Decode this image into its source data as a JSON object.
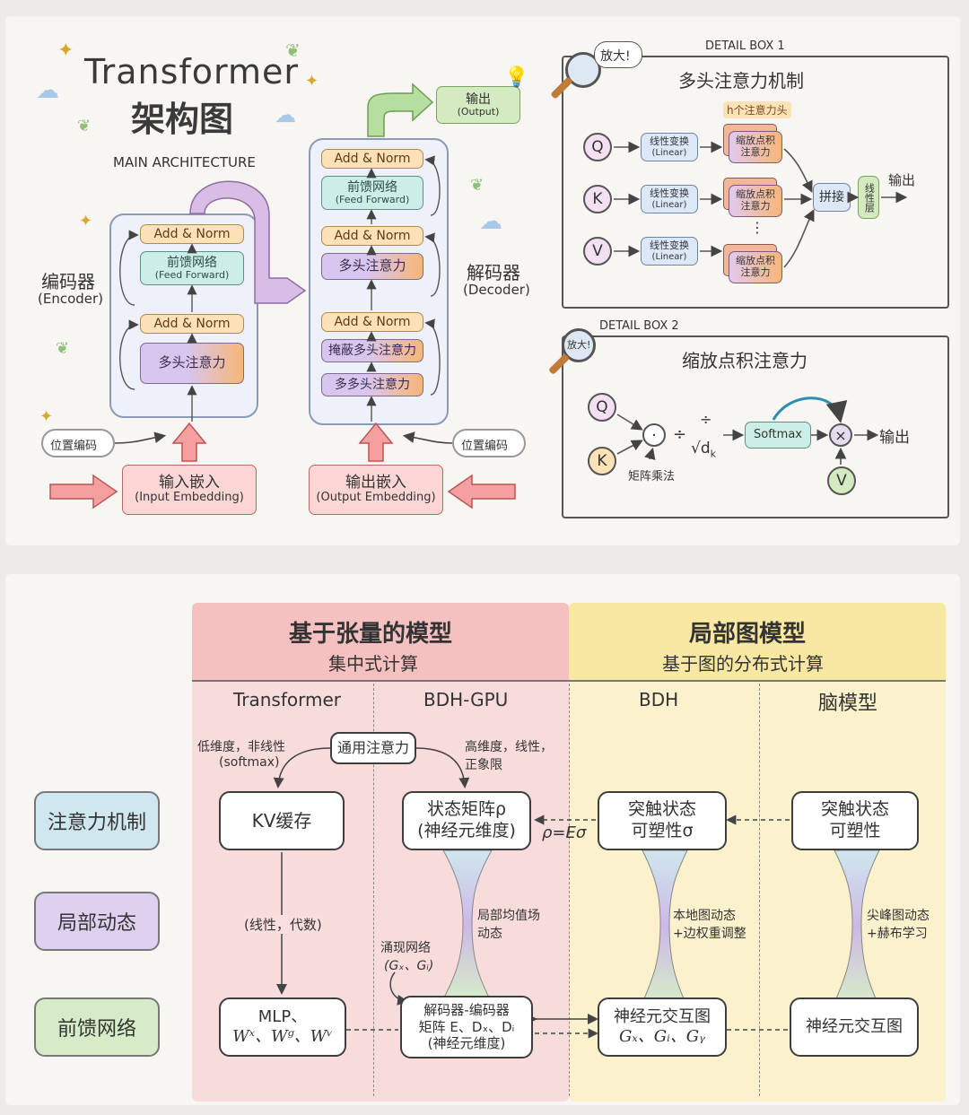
{
  "top": {
    "title_line1": "Transformer",
    "title_line2": "架构图",
    "main_arch_label": "MAIN ARCHITECTURE",
    "encoder_label": "编码器",
    "encoder_sub": "(Encoder)",
    "decoder_label": "解码器",
    "decoder_sub": "(Decoder)",
    "encoder_blocks": {
      "add_norm_top": "Add & Norm",
      "ff_label": "前馈网络",
      "ff_sub": "(Feed Forward)",
      "add_norm_bottom": "Add & Norm",
      "mha": "多头注意力"
    },
    "decoder_blocks": {
      "add_norm_1": "Add & Norm",
      "ff_label": "前馈网络",
      "ff_sub": "(Feed Forward)",
      "add_norm_2": "Add & Norm",
      "mha": "多头注意力",
      "add_norm_3": "Add & Norm",
      "masked_mha": "掩蔽多头注意力",
      "mmha": "多多头注意力"
    },
    "pos_enc_left": "位置编码",
    "pos_enc_right": "位置编码",
    "input_emb": "输入嵌入",
    "input_emb_sub": "(Input Embedding)",
    "output_emb": "输出嵌入",
    "output_emb_sub": "(Output Embedding)",
    "output_box": "输出",
    "output_box_sub": "(Output)",
    "detail1": {
      "caption": "DETAIL BOX 1",
      "zoom": "放大!",
      "title": "多头注意力机制",
      "heads_label": "h个注意力头",
      "inputs": [
        "Q",
        "K",
        "V"
      ],
      "linear": "线性变换",
      "linear_sub": "(Linear)",
      "scaled": "缩放点积",
      "scaled2": "注意力",
      "concat": "拼接",
      "linear_layer": "线性层",
      "output": "输出",
      "dots": "⋮"
    },
    "detail2": {
      "caption": "DETAIL BOX 2",
      "zoom": "放大!",
      "title": "缩放点积注意力",
      "q": "Q",
      "k": "K",
      "v": "V",
      "matmul": "矩阵乘法",
      "divide": "÷",
      "sqrt": "√d",
      "sqrt_sub": "k",
      "softmax": "Softmax",
      "output": "输出",
      "dot_op": "·",
      "times_op": "×"
    }
  },
  "bottom": {
    "left_header": "基于张量的模型",
    "left_sub": "集中式计算",
    "right_header": "局部图模型",
    "right_sub": "基于图的分布式计算",
    "columns": [
      "Transformer",
      "BDH-GPU",
      "BDH",
      "脑模型"
    ],
    "rows": [
      "注意力机制",
      "局部动态",
      "前馈网络"
    ],
    "general_attention": "通用注意力",
    "low_dim": "低维度，非线性",
    "low_dim_sub": "(softmax)",
    "high_dim": "高维度，线性，",
    "high_dim_2": "正象限",
    "kv_cache": "KV缓存",
    "state_matrix": "状态矩阵ρ",
    "state_matrix_2": "(神经元维度)",
    "synapse1": "突触状态",
    "synapse1_2": "可塑性σ",
    "synapse2": "突触状态",
    "synapse2_2": "可塑性",
    "rho_eq": "ρ=Eσ",
    "linear_alg": "(线性，代数)",
    "local_mean": "局部均值场",
    "local_mean_2": "动态",
    "local_graph": "本地图动态",
    "local_graph_2": "+边权重调整",
    "spike_graph": "尖峰图动态",
    "spike_graph_2": "+赫布学习",
    "emergent": "涌现网络",
    "emergent_2": "(Gₓ、Gᵢ)",
    "mlp": "MLP、",
    "mlp_2": "Wˣ、Wᵍ、Wᵛ",
    "decoder_encoder": "解码器-编码器",
    "decoder_encoder_2": "矩阵 E、Dₓ、Dᵢ",
    "decoder_encoder_3": "(神经元维度)",
    "neuron_graph": "神经元交互图",
    "neuron_graph_2": "Gₓ、Gᵢ、Gᵧ",
    "neuron_graph_brain": "神经元交互图"
  }
}
